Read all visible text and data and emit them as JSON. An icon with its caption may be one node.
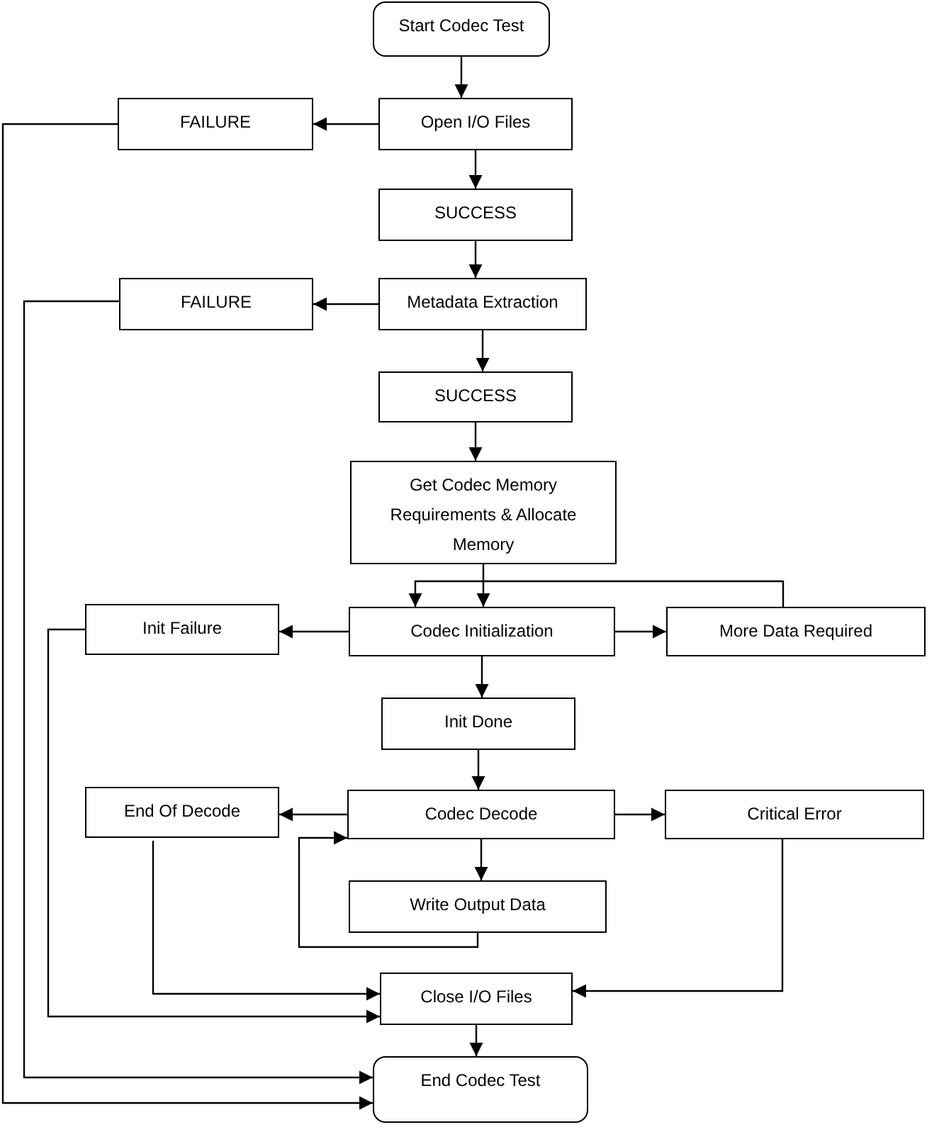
{
  "diagram": {
    "nodes": [
      {
        "text": [
          "Start Codec Test"
        ]
      },
      {
        "text": [
          "Open I/O Files"
        ]
      },
      {
        "text": [
          "FAILURE"
        ]
      },
      {
        "text": [
          "SUCCESS"
        ]
      },
      {
        "text": [
          "Metadata Extraction"
        ]
      },
      {
        "text": [
          "FAILURE"
        ]
      },
      {
        "text": [
          "SUCCESS"
        ]
      },
      {
        "text": [
          "Get Codec Memory Requirements & Allocate Memory"
        ]
      },
      {
        "text": [
          "Codec Initialization"
        ]
      },
      {
        "text": [
          "Init Failure"
        ]
      },
      {
        "text": [
          "More Data Required"
        ]
      },
      {
        "text": [
          "Init Done"
        ]
      },
      {
        "text": [
          "Codec Decode"
        ]
      },
      {
        "text": [
          "End Of Decode"
        ]
      },
      {
        "text": [
          "Critical Error"
        ]
      },
      {
        "text": [
          "Write Output Data"
        ]
      },
      {
        "text": [
          "Close I/O Files"
        ]
      },
      {
        "text": [
          "End Codec Test"
        ]
      }
    ],
    "edges": [
      {
        "from": 0,
        "to": 1,
        "arrow": "to"
      },
      {
        "from": 1,
        "to": 2,
        "arrow": "to"
      },
      {
        "from": 1,
        "to": 3,
        "arrow": "to"
      },
      {
        "from": 3,
        "to": 4,
        "arrow": "to"
      },
      {
        "from": 4,
        "to": 5,
        "arrow": "to"
      },
      {
        "from": 4,
        "to": 6,
        "arrow": "to"
      },
      {
        "from": 6,
        "to": 7,
        "arrow": "to"
      },
      {
        "from": 7,
        "to": 8,
        "arrow": "to"
      },
      {
        "from": 8,
        "to": 9,
        "arrow": "to"
      },
      {
        "from": 8,
        "to": 10,
        "arrow": "to"
      },
      {
        "from": 10,
        "to": 8,
        "arrow": "to"
      },
      {
        "from": 8,
        "to": 11,
        "arrow": "to"
      },
      {
        "from": 11,
        "to": 12,
        "arrow": "to"
      },
      {
        "from": 12,
        "to": 13,
        "arrow": "to"
      },
      {
        "from": 12,
        "to": 14,
        "arrow": "to"
      },
      {
        "from": 12,
        "to": 15,
        "arrow": "to"
      },
      {
        "from": 15,
        "to": 12,
        "arrow": "to"
      },
      {
        "from": 13,
        "to": 16,
        "arrow": "to"
      },
      {
        "from": 9,
        "to": 16,
        "arrow": "to"
      },
      {
        "from": 14,
        "to": 16,
        "arrow": "to"
      },
      {
        "from": 16,
        "to": 17,
        "arrow": "to"
      },
      {
        "from": 5,
        "to": 17,
        "arrow": "to"
      },
      {
        "from": 2,
        "to": 17,
        "arrow": "to"
      }
    ]
  }
}
